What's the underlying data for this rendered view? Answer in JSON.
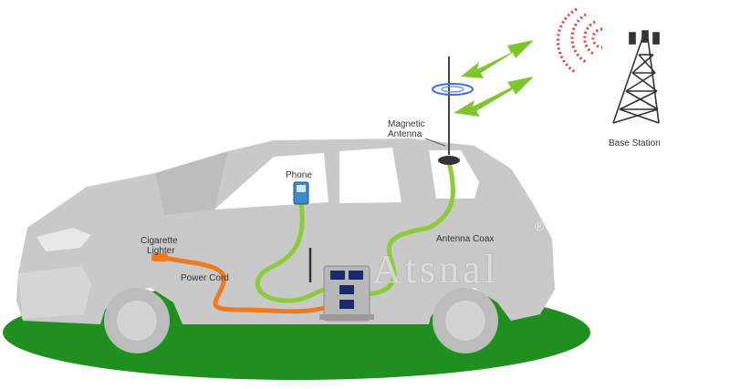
{
  "colors": {
    "ground": "#1f8f1f",
    "car_body": "#c9c9c9",
    "car_window": "#ffffff",
    "cable_green": "#8ccc3a",
    "power_cord": "#f07a1e",
    "arrow_green": "#7dc62e",
    "signal_red": "#d23c3c",
    "antenna_ring": "#3a6fd8",
    "tower": "#333333"
  },
  "labels": {
    "magnetic_antenna_line1": "Magnetic",
    "magnetic_antenna_line2": "Antenna",
    "base_station": "Base Station",
    "phone": "Phone",
    "cigarette_line1": "Cigarette",
    "cigarette_line2": "Lighter",
    "power_cord": "Power Cord",
    "antenna_coax": "Antenna Coax"
  },
  "watermark": {
    "text": "Atsnal",
    "registered": "®"
  },
  "icons": {
    "signal_waves": "signal-waves-icon",
    "tower": "cell-tower-icon",
    "phone": "mobile-phone-icon",
    "booster": "signal-booster-icon"
  }
}
